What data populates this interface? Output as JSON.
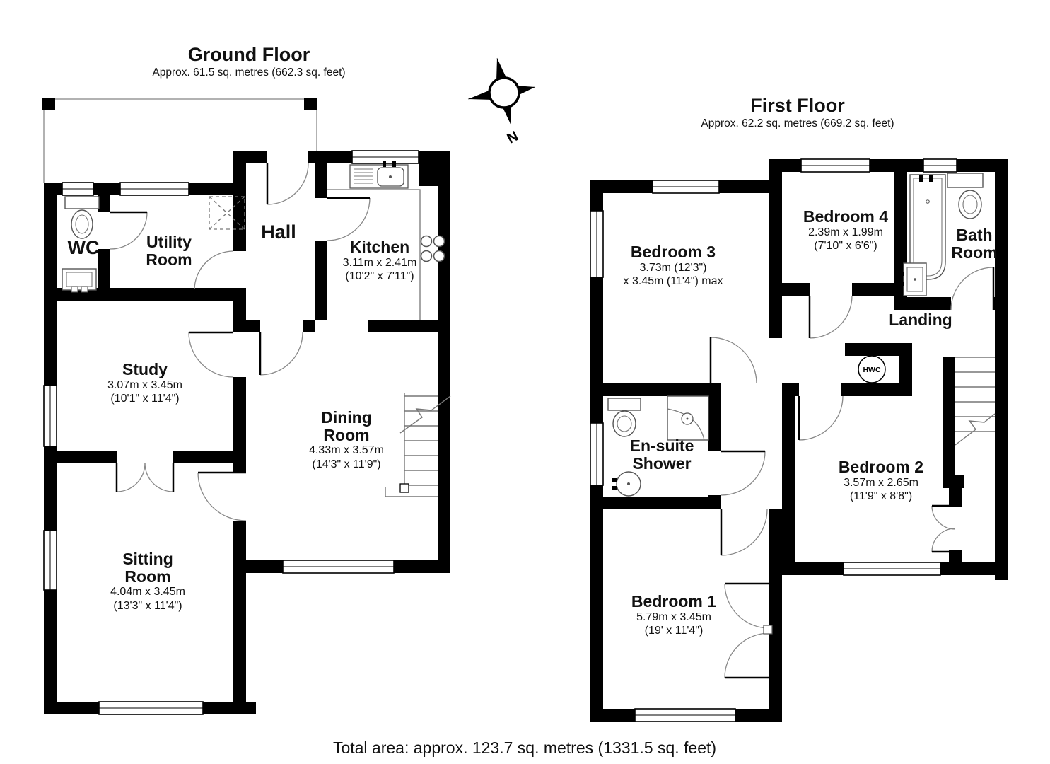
{
  "ground_floor": {
    "title": "Ground Floor",
    "subtitle": "Approx. 61.5 sq. metres (662.3 sq. feet)",
    "rooms": {
      "wc": {
        "name": "WC"
      },
      "utility": {
        "name": "Utility Room"
      },
      "hall": {
        "name": "Hall"
      },
      "kitchen": {
        "name": "Kitchen",
        "dim_m": "3.11m x 2.41m",
        "dim_ft": "(10'2\" x 7'11\")"
      },
      "study": {
        "name": "Study",
        "dim_m": "3.07m x 3.45m",
        "dim_ft": "(10'1\" x 11'4\")"
      },
      "dining": {
        "name": "Dining Room",
        "dim_m": "4.33m x 3.57m",
        "dim_ft": "(14'3\" x 11'9\")"
      },
      "sitting": {
        "name": "Sitting Room",
        "dim_m": "4.04m x 3.45m",
        "dim_ft": "(13'3\" x 11'4\")"
      }
    }
  },
  "first_floor": {
    "title": "First Floor",
    "subtitle": "Approx. 62.2 sq. metres (669.2 sq. feet)",
    "rooms": {
      "bedroom3": {
        "name": "Bedroom 3",
        "dim_m": "3.73m (12'3\")",
        "dim_ft": "x 3.45m (11'4\") max"
      },
      "bedroom4": {
        "name": "Bedroom 4",
        "dim_m": "2.39m x 1.99m",
        "dim_ft": "(7'10\" x 6'6\")"
      },
      "bathroom": {
        "name": "Bath Room"
      },
      "landing": {
        "name": "Landing"
      },
      "ensuite": {
        "name": "En-suite Shower"
      },
      "bedroom2": {
        "name": "Bedroom 2",
        "dim_m": "3.57m x 2.65m",
        "dim_ft": "(11'9\" x 8'8\")"
      },
      "bedroom1": {
        "name": "Bedroom 1",
        "dim_m": "5.79m x 3.45m",
        "dim_ft": "(19' x 11'4\")"
      },
      "hwc": {
        "label": "HWC"
      }
    }
  },
  "compass": {
    "label": "N"
  },
  "footer": {
    "total": "Total area: approx. 123.7 sq. metres (1331.5 sq. feet)"
  },
  "colors": {
    "wall": "#000000",
    "thin_line": "#777777",
    "background": "#ffffff"
  }
}
